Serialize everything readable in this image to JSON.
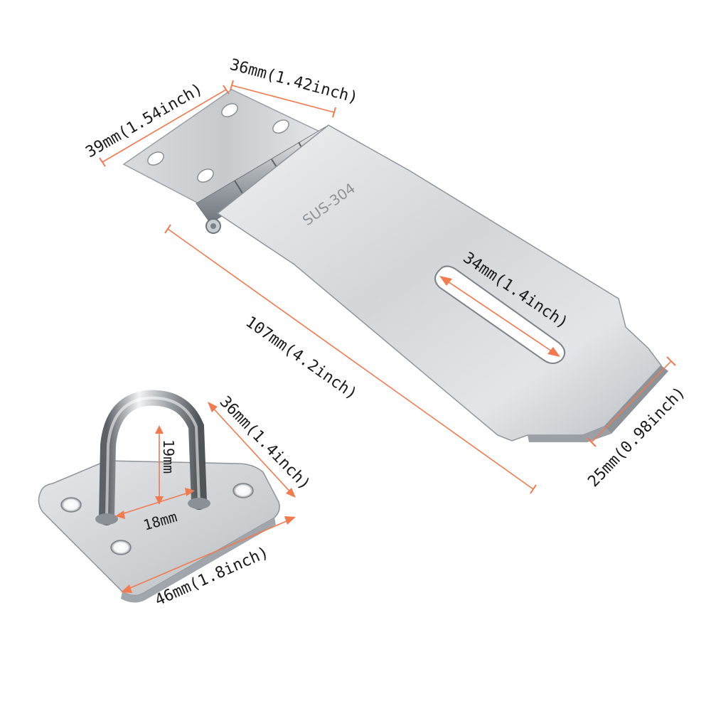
{
  "product": {
    "stamp": "SUS-304"
  },
  "dimensions": {
    "hinge_width": "39mm(1.54inch)",
    "hinge_length": "36mm(1.42inch)",
    "hasp_length": "107mm(4.2inch)",
    "slot_length": "34mm(1.4inch)",
    "hasp_tip_width": "25mm(0.98inch)",
    "staple_plate_depth": "36mm(1.4inch)",
    "staple_plate_width": "46mm(1.8inch)",
    "loop_height": "19mm",
    "loop_width": "18mm"
  },
  "colors": {
    "dimension_line": "#f27a4f",
    "steel_light": "#e9ebed",
    "steel_mid": "#c4c8cc",
    "steel_dark": "#7d8389",
    "text": "#1a1a1a"
  }
}
